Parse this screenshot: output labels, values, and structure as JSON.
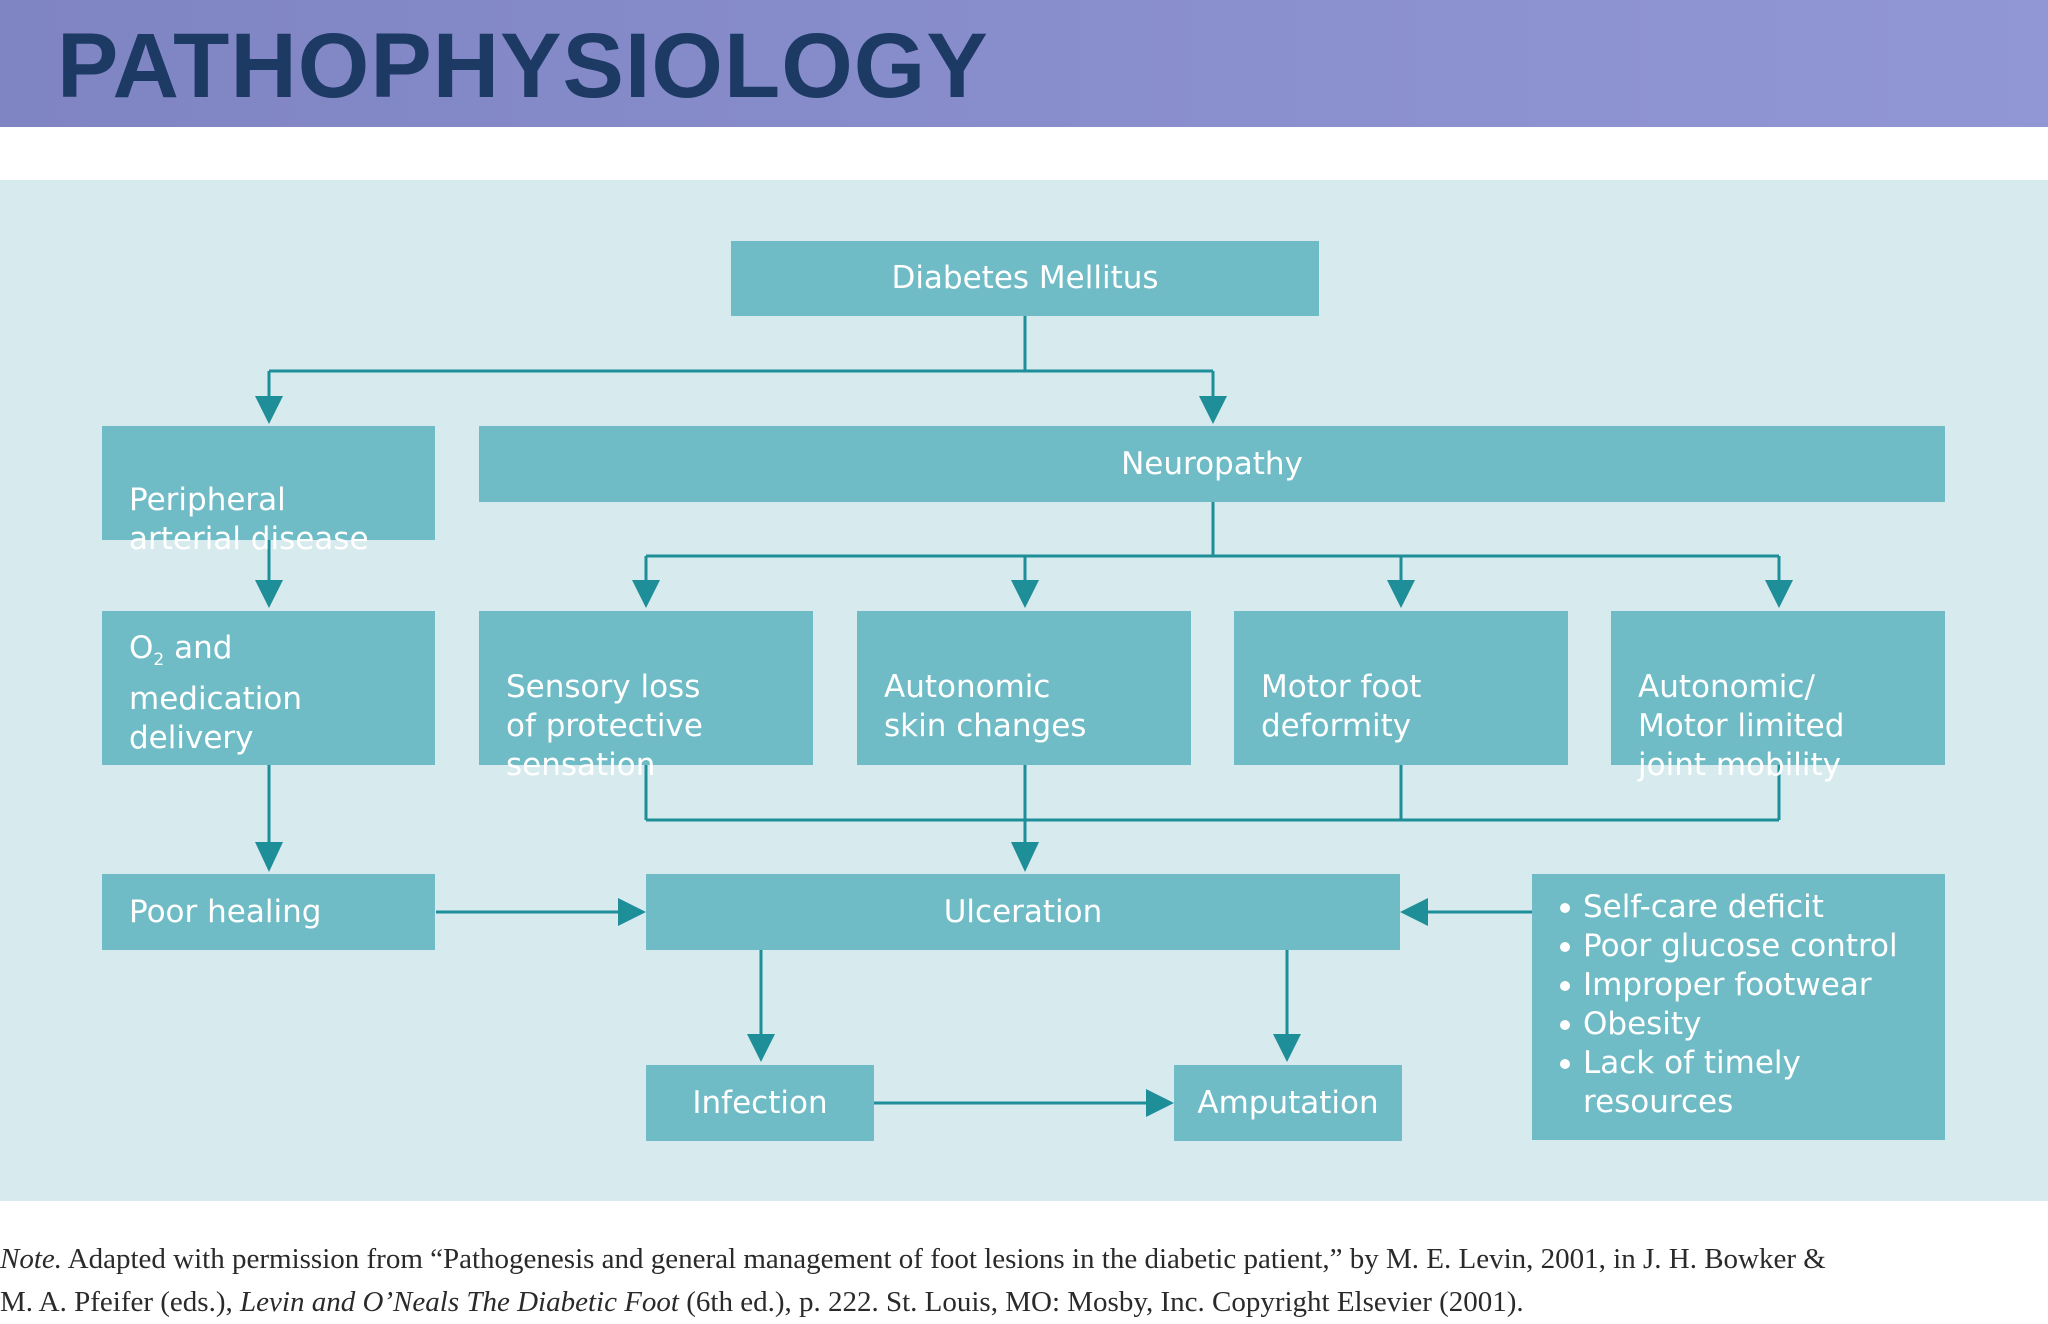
{
  "title": "PATHOPHYSIOLOGY",
  "diagram": {
    "nodes": {
      "diabetes": "Diabetes Mellitus",
      "pad": "Peripheral\narterial disease",
      "neuropathy": "Neuropathy",
      "o2": "O",
      "o2_sub": "2",
      "o2_rest": " and\nmedication\ndelivery",
      "sensory": "Sensory loss\nof protective\nsensation",
      "autonomic_skin": "Autonomic\nskin changes",
      "motor_foot": "Motor foot\ndeformity",
      "autonomic_motor": "Autonomic/\nMotor limited\njoint mobility",
      "poor_healing": "Poor healing",
      "ulceration": "Ulceration",
      "infection": "Infection",
      "amputation": "Amputation"
    },
    "risk_factors": [
      "Self-care deficit",
      "Poor glucose control",
      "Improper footwear",
      "Obesity",
      "Lack of timely\nresources"
    ],
    "line_color": "#1e8e99",
    "box_color": "#6fbcc6",
    "panel_color": "#d7ebee"
  },
  "note": {
    "label": "Note.",
    "line1": " Adapted with permission from “Pathogenesis and general management of foot lesions in the diabetic patient,” by M. E. Levin, 2001, in J. H. Bowker &",
    "line2_a": "M. A. Pfeifer (eds.), ",
    "line2_title": "Levin and O’Neals The Diabetic Foot",
    "line2_b": " (6th ed.), p. 222. St. Louis, MO: Mosby, Inc. Copyright Elsevier (2001)."
  }
}
